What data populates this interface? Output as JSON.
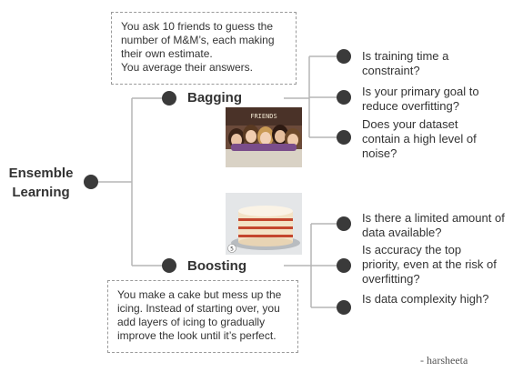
{
  "root": {
    "label": "Ensemble Learning"
  },
  "bagging": {
    "label": "Bagging",
    "analogy": "You ask 10 friends to guess the number of M&M’s, each making their own estimate.\nYou average their answers.",
    "image_caption": "FRIENDS",
    "questions": [
      "Is training time a constraint?",
      "Is your primary goal to reduce overfitting?",
      "Does your dataset contain a high level of noise?"
    ]
  },
  "boosting": {
    "label": "Boosting",
    "analogy": "You make a cake but mess up the icing. Instead of starting over, you add layers of icing to gradually improve the look until it’s perfect.",
    "image_caption": "5",
    "questions": [
      "Is there a limited amount of data available?",
      "Is accuracy the top priority, even at the risk of overfitting?",
      "Is data complexity high?"
    ]
  },
  "signature": "- harsheeta",
  "colors": {
    "dot": "#3a3a3a",
    "line": "#b5b5b5",
    "text": "#333333",
    "dashed_border": "#9a9a9a"
  }
}
